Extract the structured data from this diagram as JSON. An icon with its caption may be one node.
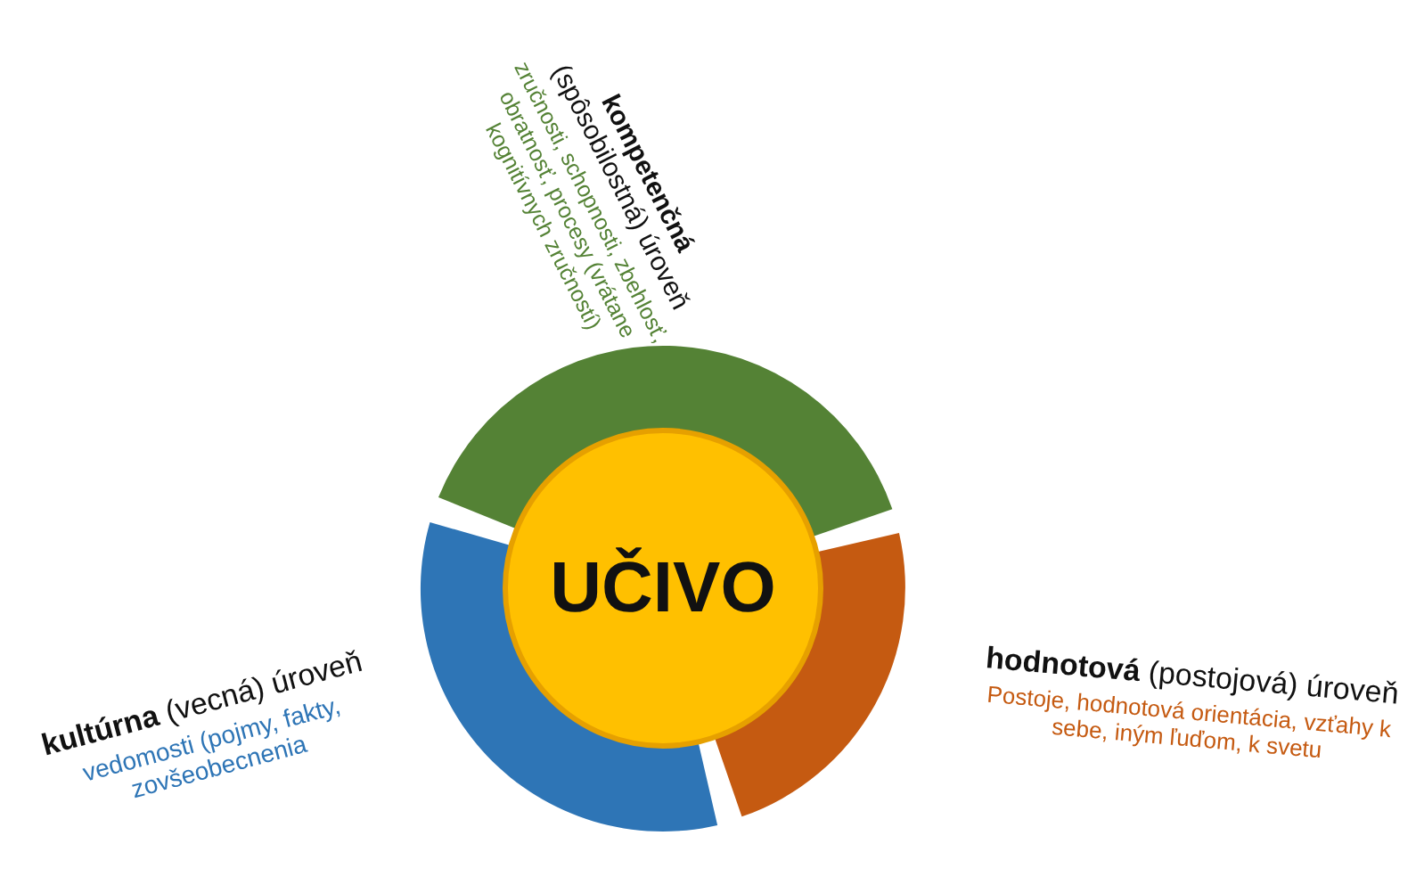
{
  "diagram": {
    "nodes": [
      {
        "text": [
          "UČIVO"
        ]
      },
      {
        "text": [
          "**kompetenčná** (spôsobilostná) úroveň",
          "zručnosti, schopnosti, zbehlosť, obratnosť, procesy (vrátane kognitívnych zručností)"
        ]
      },
      {
        "text": [
          "**hodnotová** (postojová) úroveň",
          "Postoje, hodnotová orientácia, vzťahy k sebe, iným ľuďom, k svetu"
        ]
      },
      {
        "text": [
          "**kultúrna** (vecná) úroveň",
          "vedomosti (pojmy, fakty, zovšeobecnenia"
        ]
      }
    ]
  }
}
